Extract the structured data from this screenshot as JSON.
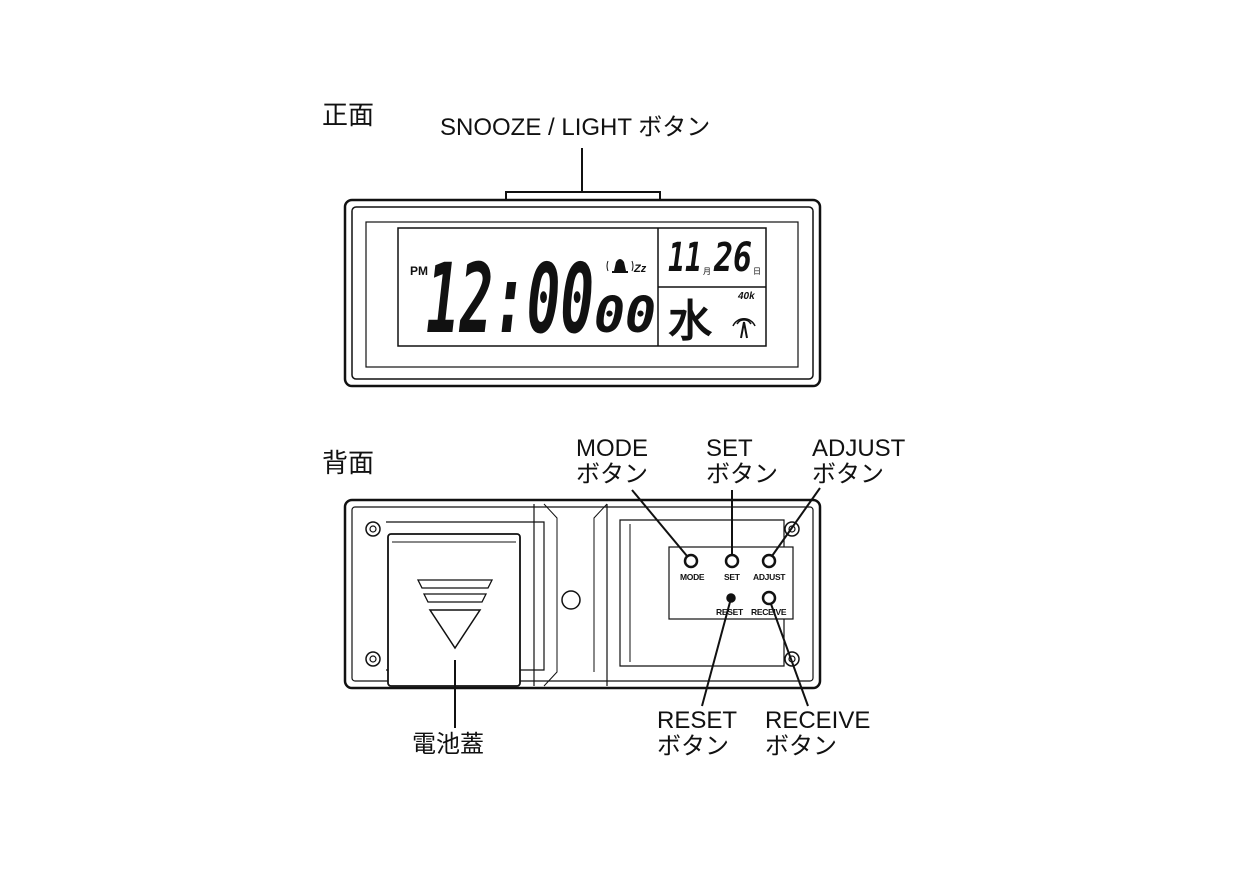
{
  "sections": {
    "front": "正面",
    "back": "背面"
  },
  "front": {
    "snooze_label": "SNOOZE / LIGHT ボタン",
    "display": {
      "pm": "PM",
      "time": "12:00",
      "seconds": "00",
      "zz": "Zz",
      "date_month": "11",
      "date_day": "26",
      "month_unit": "月",
      "day_unit": "日",
      "weekday": "水",
      "signal": "40k"
    }
  },
  "back": {
    "labels": {
      "mode_1": "MODE",
      "mode_2": "ボタン",
      "set_1": "SET",
      "set_2": "ボタン",
      "adjust_1": "ADJUST",
      "adjust_2": "ボタン",
      "reset_1": "RESET",
      "reset_2": "ボタン",
      "receive_1": "RECEIVE",
      "receive_2": "ボタン",
      "battery_cover": "電池蓋"
    },
    "panel": {
      "mode": "MODE",
      "set": "SET",
      "adjust": "ADJUST",
      "reset": "RESET",
      "receive": "RECEIVE"
    }
  },
  "colors": {
    "ink": "#111111",
    "background": "#ffffff"
  }
}
